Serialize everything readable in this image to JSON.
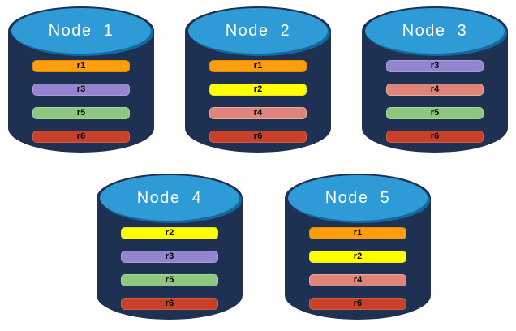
{
  "nodes": [
    {
      "title": "Node  1",
      "replicas": [
        "r1",
        "r3",
        "r5",
        "r6"
      ]
    },
    {
      "title": "Node  2",
      "replicas": [
        "r1",
        "r2",
        "r4",
        "r6"
      ]
    },
    {
      "title": "Node  3",
      "replicas": [
        "r3",
        "r4",
        "r5",
        "r6"
      ]
    },
    {
      "title": "Node  4",
      "replicas": [
        "r2",
        "r3",
        "r5",
        "r6"
      ]
    },
    {
      "title": "Node  5",
      "replicas": [
        "r1",
        "r2",
        "r4",
        "r6"
      ]
    }
  ],
  "replica_colors": {
    "r1": {
      "fill": "#FF9E0D",
      "border": "#E38C00"
    },
    "r2": {
      "fill": "#FFFF00",
      "border": "#E8E33C"
    },
    "r3": {
      "fill": "#9486CE",
      "border": "#A89BD9"
    },
    "r4": {
      "fill": "#DE8478",
      "border": "#E8A89E"
    },
    "r5": {
      "fill": "#8CC67F",
      "border": "#A5D49A"
    },
    "r6": {
      "fill": "#C8402A",
      "border": "#D55A40"
    }
  },
  "palette": {
    "background": "#FFFFFF",
    "cylinder_body": "#1F3153",
    "cylinder_top": "#2E9AD6",
    "cylinder_top_shadow": "#15679E",
    "title_text": "#FFFFFF",
    "bar_text": "#000000"
  }
}
